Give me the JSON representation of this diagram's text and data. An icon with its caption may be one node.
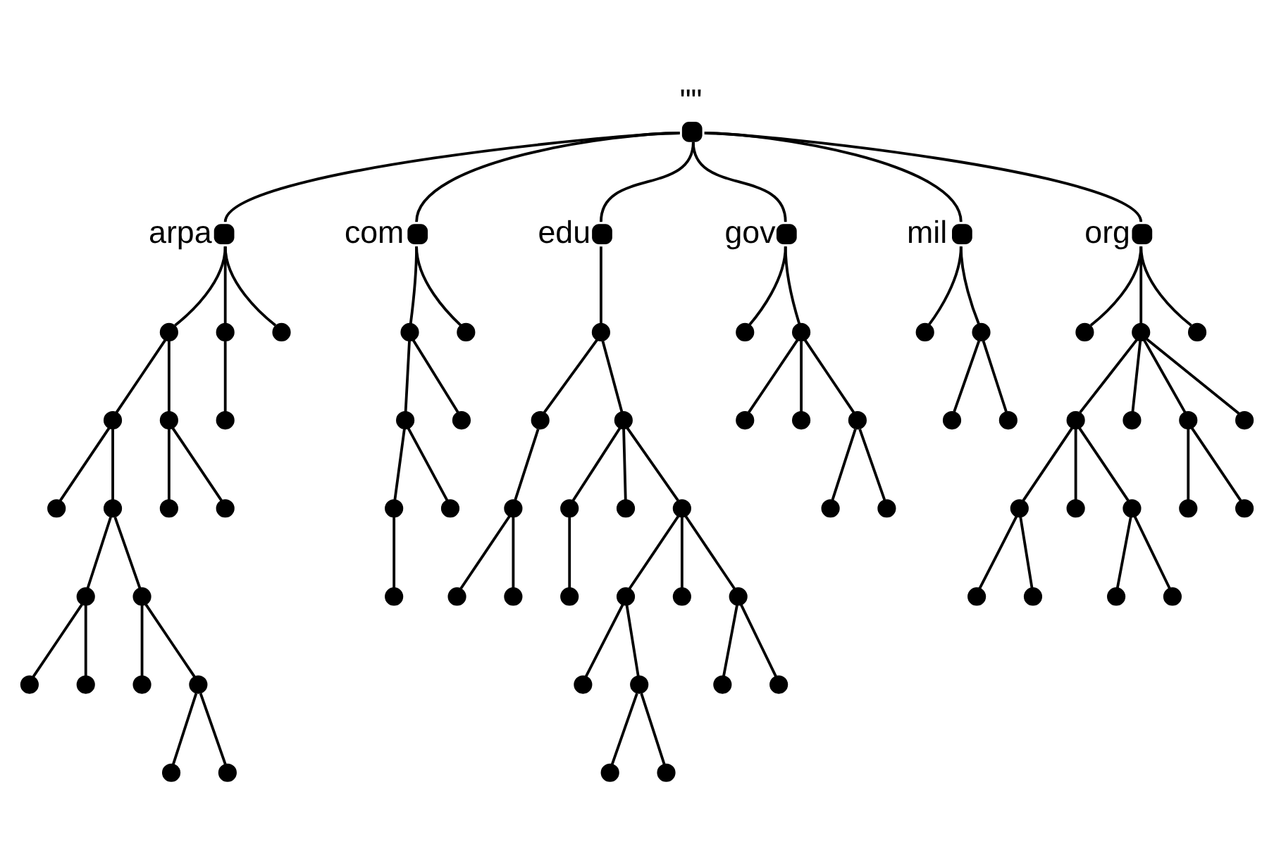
{
  "diagram": {
    "nodes": [
      {
        "text": [
          "\"\""
        ]
      },
      {
        "text": [
          "arpa"
        ]
      },
      {
        "text": [
          "com"
        ]
      },
      {
        "text": [
          "edu"
        ]
      },
      {
        "text": [
          "gov"
        ]
      },
      {
        "text": [
          "mil"
        ]
      },
      {
        "text": [
          "org"
        ]
      },
      {
        "text": [],
        "shape": "circle"
      },
      {
        "text": [],
        "shape": "circle"
      },
      {
        "text": [],
        "shape": "circle"
      },
      {
        "text": [],
        "shape": "circle"
      },
      {
        "text": [],
        "shape": "circle"
      },
      {
        "text": [],
        "shape": "circle"
      },
      {
        "text": [],
        "shape": "circle"
      },
      {
        "text": [],
        "shape": "circle"
      },
      {
        "text": [],
        "shape": "circle"
      },
      {
        "text": [],
        "shape": "circle"
      },
      {
        "text": [],
        "shape": "circle"
      },
      {
        "text": [],
        "shape": "circle"
      },
      {
        "text": [],
        "shape": "circle"
      },
      {
        "text": [],
        "shape": "circle"
      },
      {
        "text": [],
        "shape": "circle"
      },
      {
        "text": [],
        "shape": "circle"
      },
      {
        "text": [],
        "shape": "circle"
      },
      {
        "text": [],
        "shape": "circle"
      },
      {
        "text": [],
        "shape": "circle"
      },
      {
        "text": [],
        "shape": "circle"
      },
      {
        "text": [],
        "shape": "circle"
      },
      {
        "text": [],
        "shape": "circle"
      },
      {
        "text": [],
        "shape": "circle"
      },
      {
        "text": [],
        "shape": "circle"
      },
      {
        "text": [],
        "shape": "circle"
      },
      {
        "text": [],
        "shape": "circle"
      },
      {
        "text": [],
        "shape": "circle"
      },
      {
        "text": [],
        "shape": "circle"
      },
      {
        "text": [],
        "shape": "circle"
      },
      {
        "text": [],
        "shape": "circle"
      },
      {
        "text": [],
        "shape": "circle"
      },
      {
        "text": [],
        "shape": "circle"
      },
      {
        "text": [],
        "shape": "circle"
      },
      {
        "text": [],
        "shape": "circle"
      },
      {
        "text": [],
        "shape": "circle"
      },
      {
        "text": [],
        "shape": "circle"
      },
      {
        "text": [],
        "shape": "circle"
      },
      {
        "text": [],
        "shape": "circle"
      },
      {
        "text": [],
        "shape": "circle"
      },
      {
        "text": [],
        "shape": "circle"
      },
      {
        "text": [],
        "shape": "circle"
      },
      {
        "text": [],
        "shape": "circle"
      },
      {
        "text": [],
        "shape": "circle"
      },
      {
        "text": [],
        "shape": "circle"
      },
      {
        "text": [],
        "shape": "circle"
      },
      {
        "text": [],
        "shape": "circle"
      },
      {
        "text": [],
        "shape": "circle"
      },
      {
        "text": [],
        "shape": "circle"
      },
      {
        "text": [],
        "shape": "circle"
      },
      {
        "text": [],
        "shape": "circle"
      },
      {
        "text": [],
        "shape": "circle"
      },
      {
        "text": [],
        "shape": "circle"
      },
      {
        "text": [],
        "shape": "circle"
      },
      {
        "text": [],
        "shape": "circle"
      },
      {
        "text": [],
        "shape": "circle"
      },
      {
        "text": [],
        "shape": "circle"
      },
      {
        "text": [],
        "shape": "circle"
      },
      {
        "text": [],
        "shape": "circle"
      },
      {
        "text": [],
        "shape": "circle"
      },
      {
        "text": [],
        "shape": "circle"
      },
      {
        "text": [],
        "shape": "circle"
      },
      {
        "text": [],
        "shape": "circle"
      },
      {
        "text": [],
        "shape": "circle"
      },
      {
        "text": [],
        "shape": "circle"
      },
      {
        "text": [],
        "shape": "circle"
      },
      {
        "text": [],
        "shape": "circle"
      },
      {
        "text": [],
        "shape": "circle"
      },
      {
        "text": [],
        "shape": "circle"
      },
      {
        "text": [],
        "shape": "circle"
      },
      {
        "text": [],
        "shape": "circle"
      },
      {
        "text": [],
        "shape": "circle"
      }
    ],
    "edges": [
      {
        "from": 0,
        "to": 1,
        "arrow": "none"
      },
      {
        "from": 0,
        "to": 2,
        "arrow": "none"
      },
      {
        "from": 0,
        "to": 3,
        "arrow": "none"
      },
      {
        "from": 0,
        "to": 4,
        "arrow": "none"
      },
      {
        "from": 0,
        "to": 5,
        "arrow": "none"
      },
      {
        "from": 0,
        "to": 6,
        "arrow": "none"
      },
      {
        "from": 1,
        "to": 7,
        "arrow": "none"
      },
      {
        "from": 1,
        "to": 8,
        "arrow": "none"
      },
      {
        "from": 1,
        "to": 9,
        "arrow": "none"
      },
      {
        "from": 2,
        "to": 10,
        "arrow": "none"
      },
      {
        "from": 2,
        "to": 11,
        "arrow": "none"
      },
      {
        "from": 3,
        "to": 12,
        "arrow": "none"
      },
      {
        "from": 4,
        "to": 13,
        "arrow": "none"
      },
      {
        "from": 4,
        "to": 14,
        "arrow": "none"
      },
      {
        "from": 5,
        "to": 15,
        "arrow": "none"
      },
      {
        "from": 5,
        "to": 16,
        "arrow": "none"
      },
      {
        "from": 6,
        "to": 17,
        "arrow": "none"
      },
      {
        "from": 6,
        "to": 18,
        "arrow": "none"
      },
      {
        "from": 6,
        "to": 19,
        "arrow": "none"
      },
      {
        "from": 7,
        "to": 20,
        "arrow": "none"
      },
      {
        "from": 7,
        "to": 21,
        "arrow": "none"
      },
      {
        "from": 8,
        "to": 22,
        "arrow": "none"
      },
      {
        "from": 10,
        "to": 23,
        "arrow": "none"
      },
      {
        "from": 10,
        "to": 24,
        "arrow": "none"
      },
      {
        "from": 12,
        "to": 25,
        "arrow": "none"
      },
      {
        "from": 12,
        "to": 26,
        "arrow": "none"
      },
      {
        "from": 14,
        "to": 27,
        "arrow": "none"
      },
      {
        "from": 14,
        "to": 28,
        "arrow": "none"
      },
      {
        "from": 14,
        "to": 29,
        "arrow": "none"
      },
      {
        "from": 16,
        "to": 30,
        "arrow": "none"
      },
      {
        "from": 16,
        "to": 31,
        "arrow": "none"
      },
      {
        "from": 18,
        "to": 32,
        "arrow": "none"
      },
      {
        "from": 18,
        "to": 33,
        "arrow": "none"
      },
      {
        "from": 18,
        "to": 34,
        "arrow": "none"
      },
      {
        "from": 18,
        "to": 35,
        "arrow": "none"
      },
      {
        "from": 20,
        "to": 36,
        "arrow": "none"
      },
      {
        "from": 20,
        "to": 37,
        "arrow": "none"
      },
      {
        "from": 21,
        "to": 38,
        "arrow": "none"
      },
      {
        "from": 21,
        "to": 39,
        "arrow": "none"
      },
      {
        "from": 23,
        "to": 40,
        "arrow": "none"
      },
      {
        "from": 23,
        "to": 41,
        "arrow": "none"
      },
      {
        "from": 25,
        "to": 42,
        "arrow": "none"
      },
      {
        "from": 26,
        "to": 43,
        "arrow": "none"
      },
      {
        "from": 26,
        "to": 44,
        "arrow": "none"
      },
      {
        "from": 26,
        "to": 45,
        "arrow": "none"
      },
      {
        "from": 29,
        "to": 46,
        "arrow": "none"
      },
      {
        "from": 29,
        "to": 47,
        "arrow": "none"
      },
      {
        "from": 32,
        "to": 48,
        "arrow": "none"
      },
      {
        "from": 32,
        "to": 49,
        "arrow": "none"
      },
      {
        "from": 32,
        "to": 50,
        "arrow": "none"
      },
      {
        "from": 34,
        "to": 51,
        "arrow": "none"
      },
      {
        "from": 34,
        "to": 52,
        "arrow": "none"
      },
      {
        "from": 37,
        "to": 53,
        "arrow": "none"
      },
      {
        "from": 37,
        "to": 54,
        "arrow": "none"
      },
      {
        "from": 40,
        "to": 55,
        "arrow": "none"
      },
      {
        "from": 42,
        "to": 56,
        "arrow": "none"
      },
      {
        "from": 42,
        "to": 57,
        "arrow": "none"
      },
      {
        "from": 43,
        "to": 58,
        "arrow": "none"
      },
      {
        "from": 45,
        "to": 59,
        "arrow": "none"
      },
      {
        "from": 45,
        "to": 60,
        "arrow": "none"
      },
      {
        "from": 45,
        "to": 61,
        "arrow": "none"
      },
      {
        "from": 48,
        "to": 62,
        "arrow": "none"
      },
      {
        "from": 48,
        "to": 63,
        "arrow": "none"
      },
      {
        "from": 50,
        "to": 64,
        "arrow": "none"
      },
      {
        "from": 50,
        "to": 65,
        "arrow": "none"
      },
      {
        "from": 53,
        "to": 66,
        "arrow": "none"
      },
      {
        "from": 53,
        "to": 67,
        "arrow": "none"
      },
      {
        "from": 54,
        "to": 68,
        "arrow": "none"
      },
      {
        "from": 54,
        "to": 69,
        "arrow": "none"
      },
      {
        "from": 59,
        "to": 70,
        "arrow": "none"
      },
      {
        "from": 59,
        "to": 71,
        "arrow": "none"
      },
      {
        "from": 61,
        "to": 72,
        "arrow": "none"
      },
      {
        "from": 61,
        "to": 73,
        "arrow": "none"
      },
      {
        "from": 69,
        "to": 74,
        "arrow": "none"
      },
      {
        "from": 69,
        "to": 75,
        "arrow": "none"
      },
      {
        "from": 71,
        "to": 76,
        "arrow": "none"
      },
      {
        "from": 71,
        "to": 77,
        "arrow": "none"
      }
    ]
  }
}
